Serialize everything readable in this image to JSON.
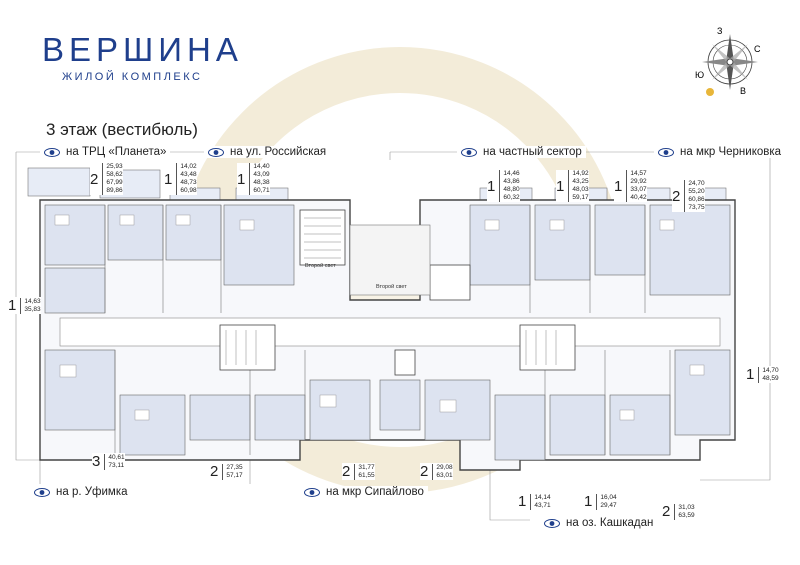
{
  "logo": {
    "title": "ВЕРШИНА",
    "subtitle": "ЖИЛОЙ КОМПЛЕКС"
  },
  "floor_title": "3 этаж (вестибюль)",
  "compass": {
    "north": "З",
    "east": "С",
    "west": "Ю",
    "south": "В"
  },
  "directions": {
    "top_1": "на ТРЦ «Планета»",
    "top_2": "на ул. Российская",
    "top_3": "на частный сектор",
    "top_4": "на мкр Черниковка",
    "bottom_1": "на р. Уфимка",
    "bottom_2": "на мкр Сипайлово",
    "bottom_3": "на оз. Кашкадан"
  },
  "atrium_labels": {
    "left": "Второй свет",
    "right": "Второй свет"
  },
  "apartments": [
    {
      "rooms": "2",
      "areas": [
        "25,93",
        "58,62",
        "67,99",
        "89,86"
      ]
    },
    {
      "rooms": "1",
      "areas": [
        "14,02",
        "43,48",
        "48,73",
        "60,98"
      ]
    },
    {
      "rooms": "1",
      "areas": [
        "14,40",
        "43,09",
        "48,38",
        "60,71"
      ]
    },
    {
      "rooms": "1",
      "areas": [
        "14,46",
        "43,86",
        "48,80",
        "60,32"
      ]
    },
    {
      "rooms": "1",
      "areas": [
        "14,92",
        "43,25",
        "48,03",
        "59,17"
      ]
    },
    {
      "rooms": "1",
      "areas": [
        "14,57",
        "29,92",
        "33,07",
        "40,42"
      ]
    },
    {
      "rooms": "2",
      "areas": [
        "24,70",
        "55,20",
        "60,86",
        "73,75"
      ]
    },
    {
      "rooms": "1",
      "areas": [
        "14,63",
        "35,83"
      ]
    },
    {
      "rooms": "1",
      "areas": [
        "14,70",
        "48,59"
      ]
    },
    {
      "rooms": "3",
      "areas": [
        "40,61",
        "73,11"
      ]
    },
    {
      "rooms": "2",
      "areas": [
        "27,35",
        "57,17"
      ]
    },
    {
      "rooms": "2",
      "areas": [
        "31,77",
        "61,55"
      ]
    },
    {
      "rooms": "2",
      "areas": [
        "29,08",
        "63,01"
      ]
    },
    {
      "rooms": "1",
      "areas": [
        "14,14",
        "43,71"
      ]
    },
    {
      "rooms": "1",
      "areas": [
        "16,04",
        "29,47"
      ]
    },
    {
      "rooms": "2",
      "areas": [
        "31,03",
        "63,59"
      ]
    }
  ],
  "colors": {
    "brand": "#1f3f8c",
    "room_fill": "#dde3f0",
    "wall": "#555555",
    "watermark": "#f3ecd9"
  }
}
